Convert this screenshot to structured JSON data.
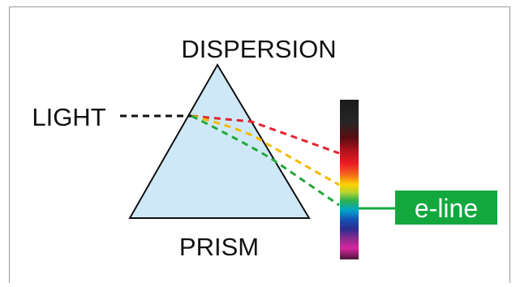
{
  "diagram": {
    "title": "DISPERSION",
    "source_label": "LIGHT",
    "prism_label": "PRISM",
    "marker_label": "e-line"
  },
  "colors": {
    "prism_fill": "#cfe8f8",
    "red_ray": "#e5232b",
    "yellow_ray": "#f6b800",
    "green_ray": "#22a83a",
    "marker_bg": "#12a83e",
    "marker_text": "#ffffff",
    "frame_border": "#9a9a9a",
    "incident_ray": "#111111"
  }
}
